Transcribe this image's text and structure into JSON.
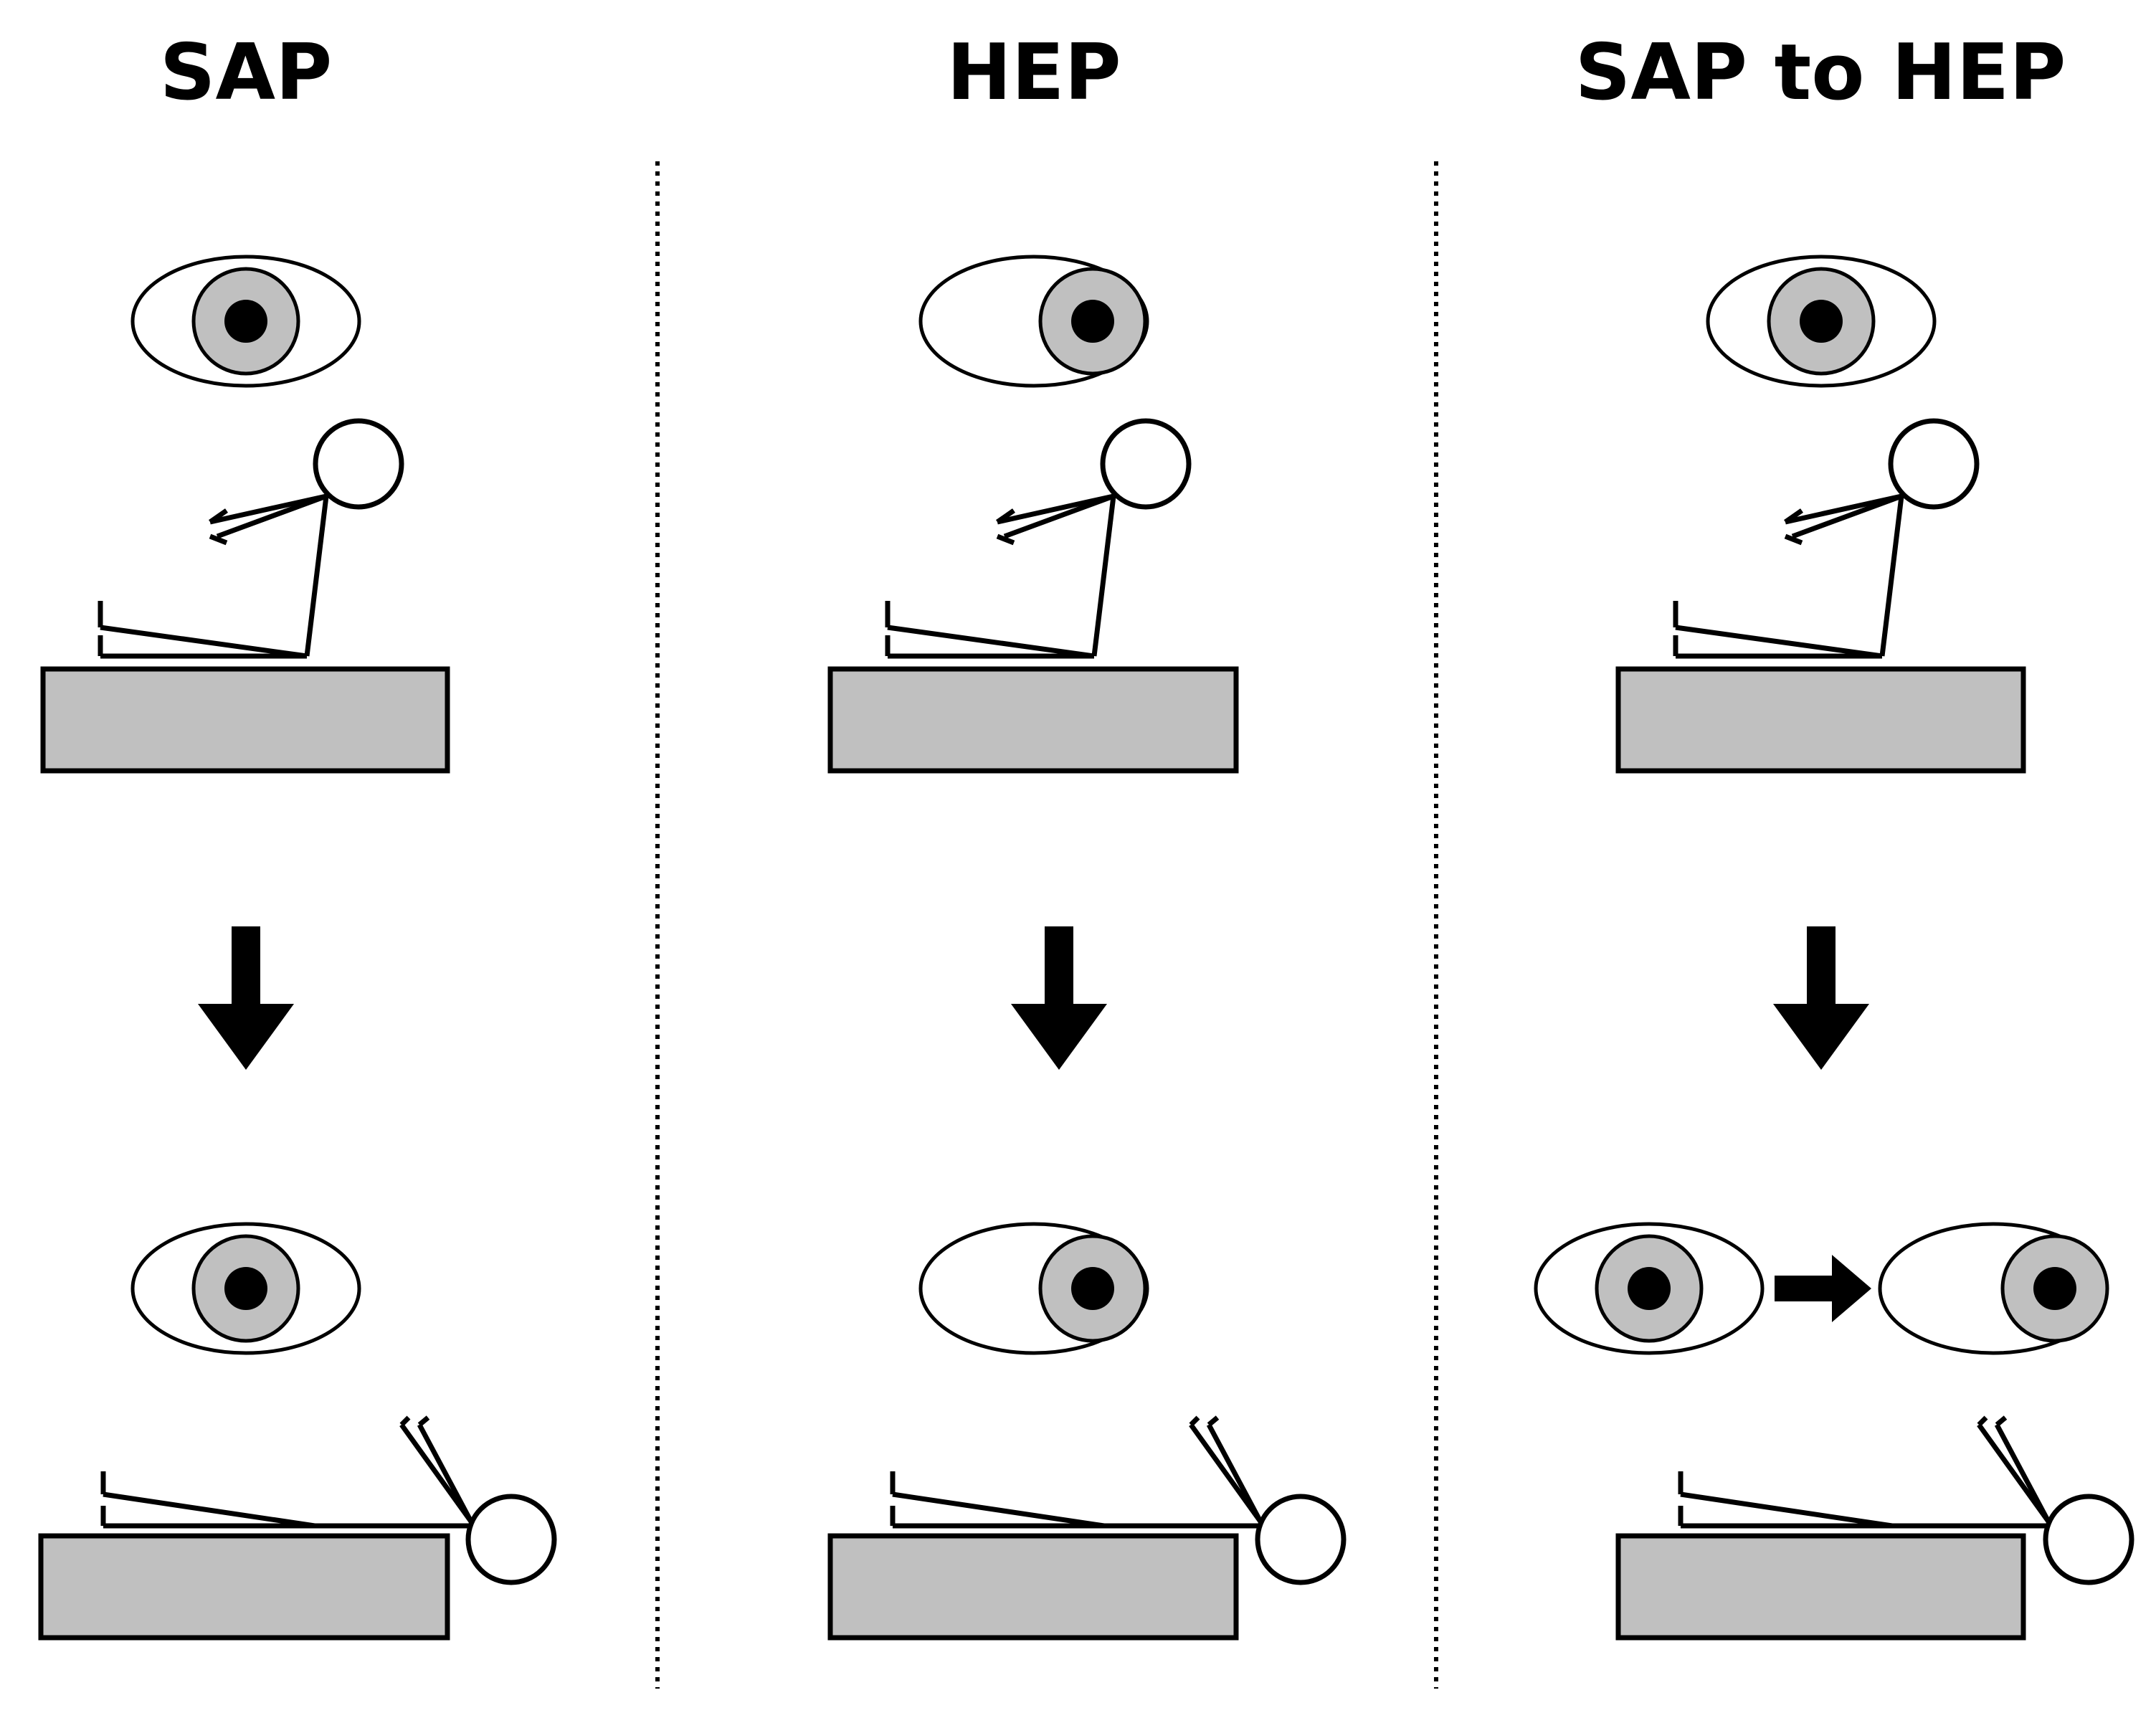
{
  "panels": [
    {
      "id": "sap",
      "title": "SAP",
      "final_eye_shift": false,
      "eye_position": "center"
    },
    {
      "id": "hep",
      "title": "HEP",
      "final_eye_shift": false,
      "eye_position": "right"
    },
    {
      "id": "sap-to-hep",
      "title": "SAP to HEP",
      "final_eye_shift": true,
      "eye_position": "center-to-right"
    }
  ],
  "colors": {
    "bed_fill": "#c0c0c0",
    "iris_fill": "#c0c0c0",
    "pupil_fill": "#000000",
    "line": "#000000",
    "background": "#ffffff"
  },
  "icons": [
    "eye-icon",
    "stick-figure-sitting",
    "stick-figure-supine",
    "down-arrow-icon",
    "right-arrow-icon",
    "bed-block"
  ]
}
